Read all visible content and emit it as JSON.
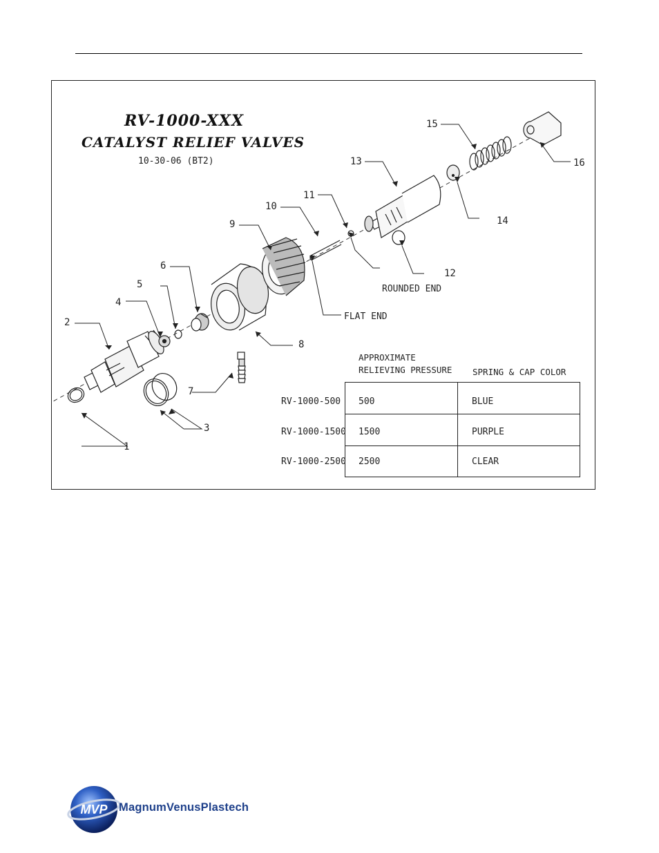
{
  "drawing": {
    "title_line1": "RV-1000-XXX",
    "title_line2": "CATALYST RELIEF VALVES",
    "date_code": "10-30-06  (BT2)"
  },
  "part_labels": [
    "1",
    "2",
    "3",
    "4",
    "5",
    "6",
    "7",
    "8",
    "9",
    "10",
    "11",
    "12",
    "13",
    "14",
    "15",
    "16"
  ],
  "notes": {
    "rounded_end": "ROUNDED END",
    "flat_end": "FLAT END"
  },
  "table": {
    "header_pressure_line1": "APPROXIMATE",
    "header_pressure_line2": "RELIEVING PRESSURE",
    "header_color": "SPRING & CAP COLOR",
    "rows": [
      {
        "model": "RV-1000-500",
        "pressure": "500",
        "color": "BLUE"
      },
      {
        "model": "RV-1000-1500",
        "pressure": "1500",
        "color": "PURPLE"
      },
      {
        "model": "RV-1000-2500",
        "pressure": "2500",
        "color": "CLEAR"
      }
    ]
  },
  "footer": {
    "logo_mark": "MVP",
    "company_name": "MagnumVenusPlastech"
  },
  "colors": {
    "line": "#222222",
    "logo_blue": "#1d3f8a"
  }
}
